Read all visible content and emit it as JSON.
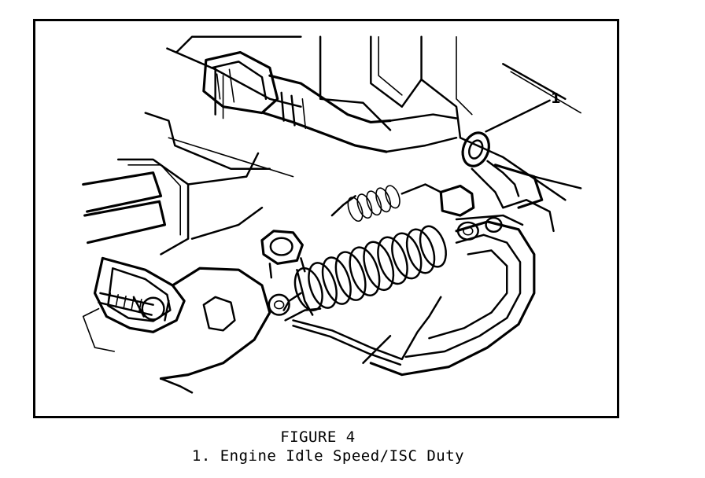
{
  "figure": {
    "callout": "1",
    "title": "FIGURE 4",
    "legend": "1. Engine Idle Speed/ISC Duty"
  },
  "icons": {
    "illustration": "carburetor-linkage-drawing"
  },
  "colors": {
    "ink": "#000000",
    "paper": "#ffffff"
  }
}
